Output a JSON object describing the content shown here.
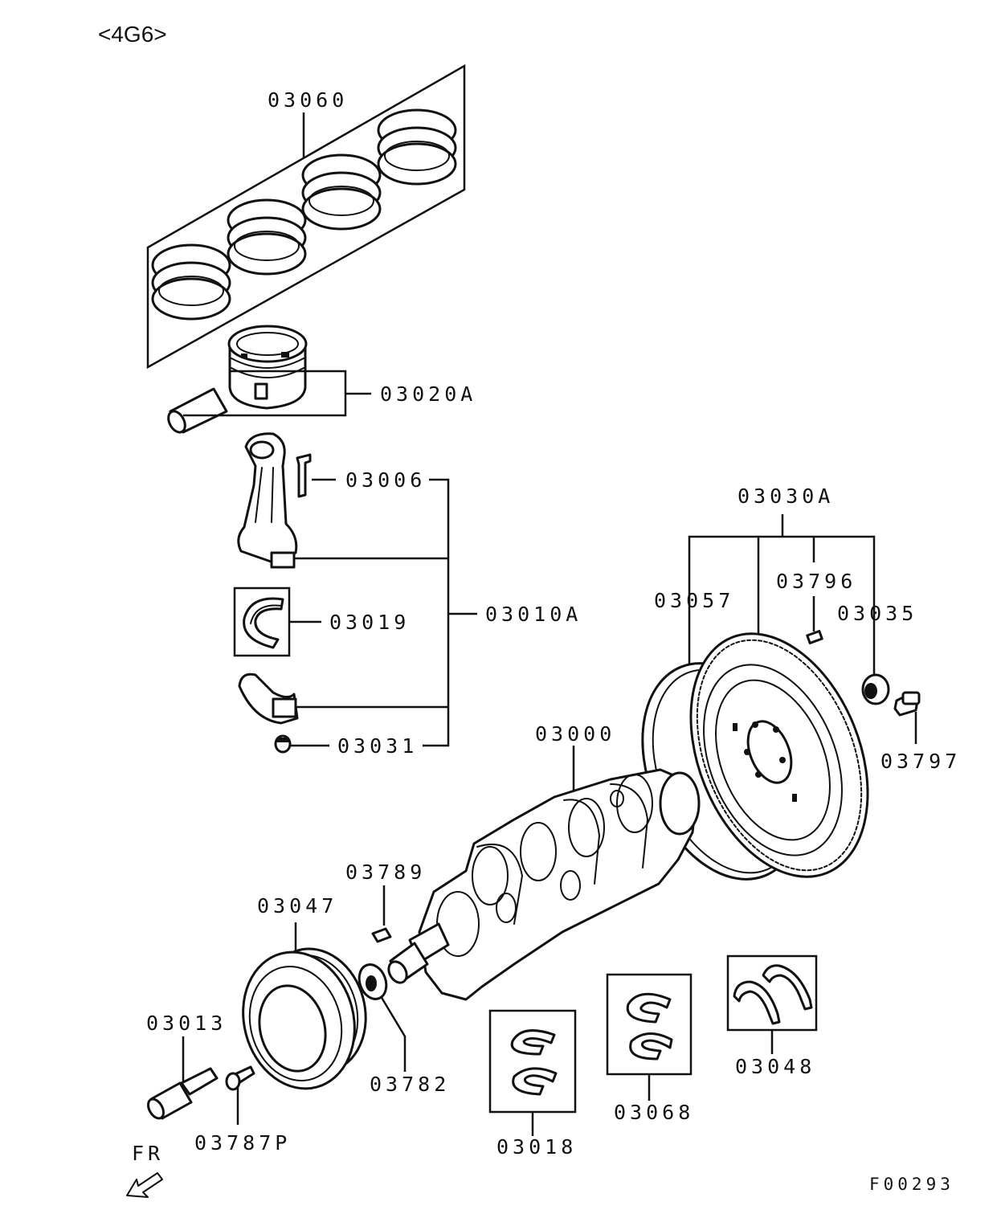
{
  "engine_code": "<4G6>",
  "figure_code": "F00293",
  "direction_label": "FR",
  "colors": {
    "line": "#111111",
    "background": "#ffffff"
  },
  "labels": {
    "piston_ring_set": "03060",
    "piston": "03020A",
    "connecting_rod_bolt": "03006",
    "connecting_rod_assy": "03010A",
    "rod_bearing_upper": "03019",
    "connecting_rod_nut": "03031",
    "flywheel_assy": "03030A",
    "flywheel_ring_gear": "03057",
    "flywheel_dowel": "03796",
    "flywheel_bearing": "03035",
    "flywheel_bolt": "03797",
    "crankshaft": "03000",
    "crank_key": "03789",
    "crank_pulley": "03047",
    "crank_washer": "03782",
    "pulley_bolt": "03013",
    "pulley_screw": "03787P",
    "main_bearing_a": "03018",
    "main_bearing_b": "03068",
    "thrust_washer": "03048"
  }
}
